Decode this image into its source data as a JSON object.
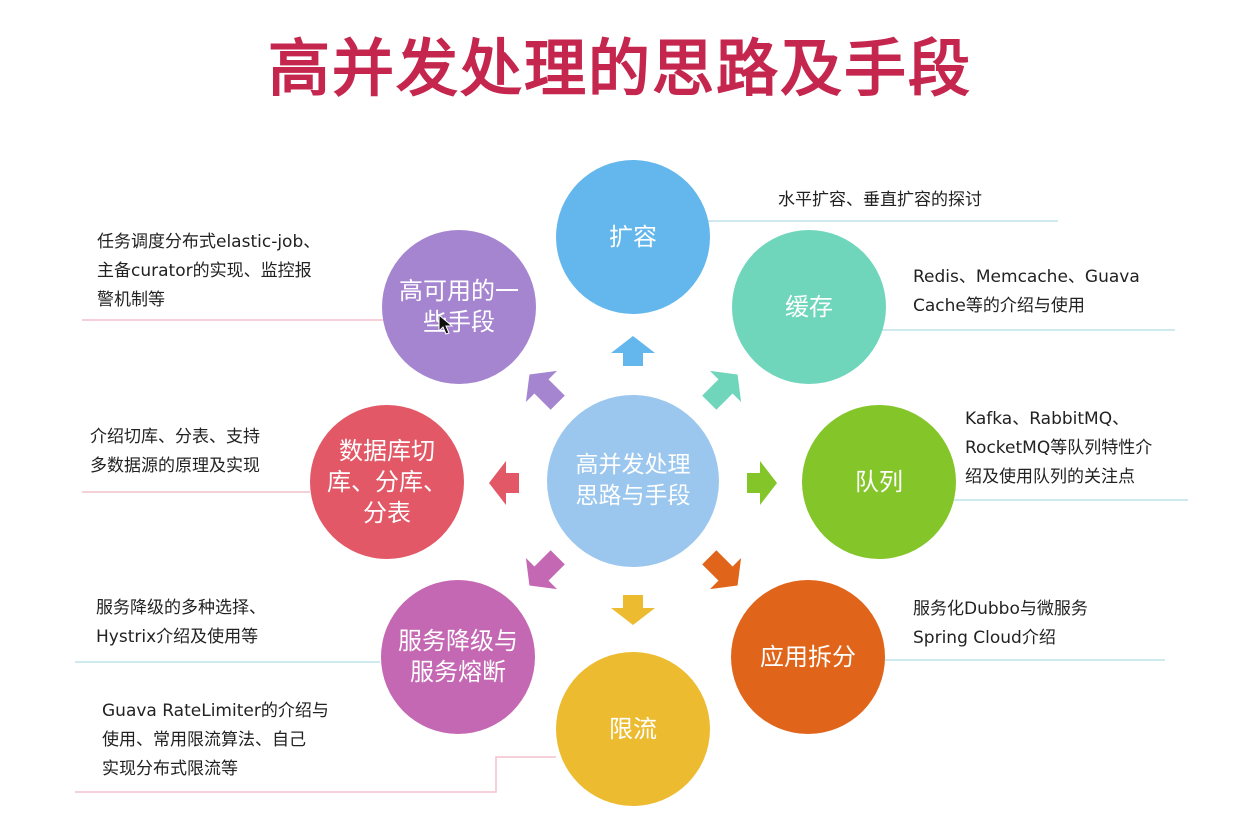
{
  "title": "高并发处理的思路及手段",
  "center": {
    "label": "高并发处理\n思路与手段",
    "color": "#9bc7ee"
  },
  "nodes": {
    "expand": {
      "label": "扩容",
      "color": "#64b7ed",
      "desc": "水平扩容、垂直扩容的探讨"
    },
    "cache": {
      "label": "缓存",
      "color": "#6fd6bb",
      "desc": "Redis、Memcache、Guava\nCache等的介绍与使用"
    },
    "queue": {
      "label": "队列",
      "color": "#84c52a",
      "desc": "Kafka、RabbitMQ、\nRocketMQ等队列特性介\n绍及使用队列的关注点"
    },
    "split": {
      "label": "应用拆分",
      "color": "#e0641a",
      "desc": "服务化Dubbo与微服务\nSpring Cloud介绍"
    },
    "ratelimit": {
      "label": "限流",
      "color": "#ecbb30",
      "desc": "Guava RateLimiter的介绍与\n使用、常用限流算法、自己\n实现分布式限流等"
    },
    "degrade": {
      "label": "服务降级与\n服务熔断",
      "color": "#c568b3",
      "desc": "服务降级的多种选择、\nHystrix介绍及使用等"
    },
    "sharding": {
      "label": "数据库切\n库、分库、\n分表",
      "color": "#e25867",
      "desc": "介绍切库、分表、支持\n多数据源的原理及实现"
    },
    "ha": {
      "label": "高可用的一\n些手段",
      "color": "#a585d0",
      "desc": "任务调度分布式elastic-job、\n主备curator的实现、监控报\n警机制等"
    }
  },
  "icons": {
    "arrows": "arrow-icon",
    "cursor": "mouse-cursor-icon"
  }
}
